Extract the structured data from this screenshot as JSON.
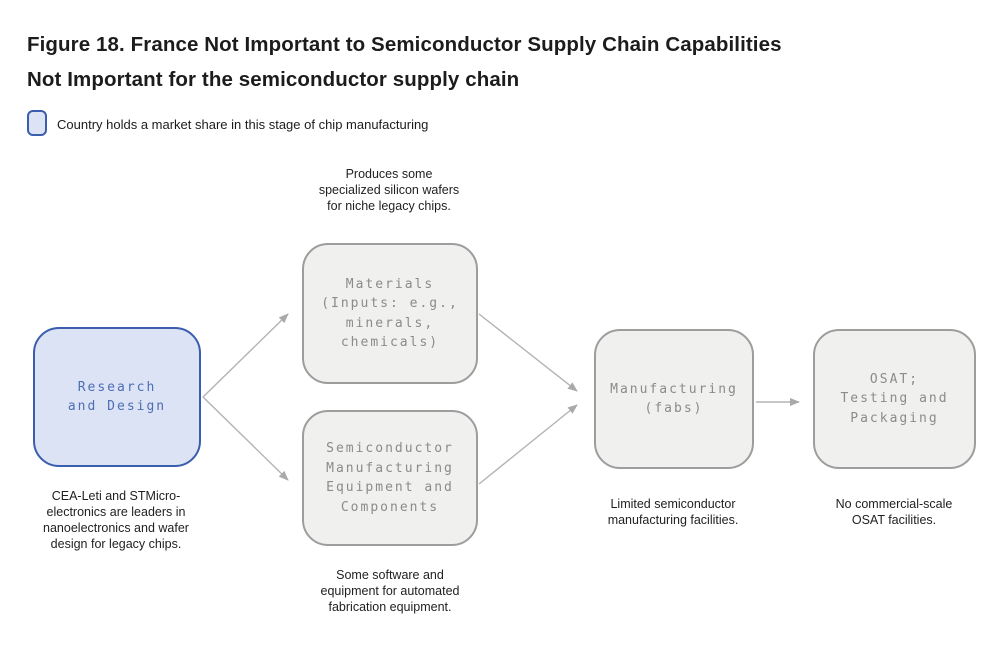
{
  "title": {
    "line1": "Figure 18. France Not Important to Semiconductor Supply Chain Capabilities",
    "line2": "Not Important for the semiconductor supply chain"
  },
  "legend": {
    "label": "Country holds a market share in this stage of chip manufacturing"
  },
  "colors": {
    "highlight_fill": "#dbe3f4",
    "highlight_border": "#3a5dae",
    "highlight_text": "#4e6eb5",
    "stage_fill": "#f0f0ef",
    "stage_border": "#9d9d9d",
    "stage_text": "#8b8b8b",
    "arrow": "#b3b3b3",
    "text": "#1c1c1c"
  },
  "diagram": {
    "nodes": [
      {
        "id": "research-and-design",
        "label": "Research\nand Design",
        "highlighted": true,
        "note": "CEA-Leti and STMicro-\nelectronics are leaders in\nnanoelectronics and wafer\ndesign for legacy chips.",
        "note_position": "below"
      },
      {
        "id": "materials",
        "label": "Materials\n(Inputs: e.g.,\nminerals,\nchemicals)",
        "highlighted": false,
        "note": "Produces some\nspecialized silicon wafers\nfor niche legacy chips.",
        "note_position": "above"
      },
      {
        "id": "semiconductor-manufacturing-equipment",
        "label": "Semiconductor\nManufacturing\nEquipment and\nComponents",
        "highlighted": false,
        "note": "Some software and\nequipment for automated\nfabrication equipment.",
        "note_position": "below"
      },
      {
        "id": "manufacturing-fabs",
        "label": "Manufacturing\n(fabs)",
        "highlighted": false,
        "note": "Limited semiconductor\nmanufacturing facilities.",
        "note_position": "below"
      },
      {
        "id": "osat-testing-packaging",
        "label": "OSAT;\nTesting and\nPackaging",
        "highlighted": false,
        "note": "No commercial-scale\nOSAT facilities.",
        "note_position": "below"
      }
    ],
    "edges": [
      {
        "from": "research-and-design",
        "to": "materials"
      },
      {
        "from": "research-and-design",
        "to": "semiconductor-manufacturing-equipment"
      },
      {
        "from": "materials",
        "to": "manufacturing-fabs"
      },
      {
        "from": "semiconductor-manufacturing-equipment",
        "to": "manufacturing-fabs"
      },
      {
        "from": "manufacturing-fabs",
        "to": "osat-testing-packaging"
      }
    ]
  }
}
